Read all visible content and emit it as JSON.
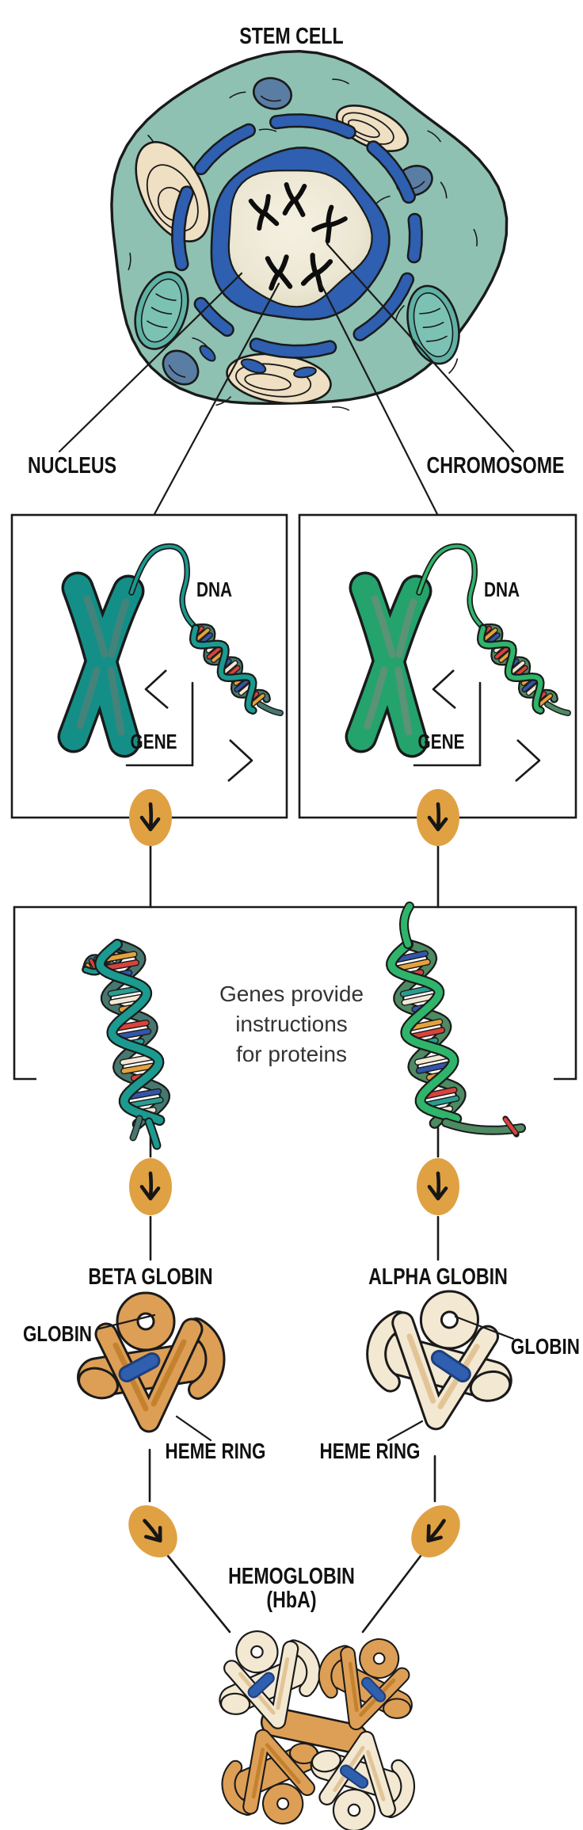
{
  "title": "STEM CELL",
  "cell": {
    "nucleus_label": "NUCLEUS",
    "chromosome_label": "CHROMOSOME"
  },
  "gene_boxes": {
    "left": {
      "dna_label": "DNA",
      "gene_label": "GENE"
    },
    "right": {
      "dna_label": "DNA",
      "gene_label": "GENE"
    }
  },
  "middle": {
    "caption": "Genes provide\ninstructions\nfor proteins"
  },
  "proteins": {
    "left_title": "BETA GLOBIN",
    "right_title": "ALPHA GLOBIN",
    "left_globin_label": "GLOBIN",
    "right_globin_label": "GLOBIN",
    "left_heme_label": "HEME RING",
    "right_heme_label": "HEME RING"
  },
  "result": {
    "title": "HEMOGLOBIN",
    "subtitle": "(HbA)"
  },
  "palette": {
    "ink": "#1a1a1a",
    "text_grey": "#333333",
    "cell_body": "#8ec1b2",
    "er_blue": "#2e5fb0",
    "nucleus_light": "#f5f1e2",
    "nucleus_mid": "#ece7d3",
    "nucleus_dark": "#d5d1b6",
    "organelle_cream": "#efdfc3",
    "organelle_grey": "#5a7da3",
    "mito_teal": "#5fb1a4",
    "mito_inner": "#7cc2b4",
    "chromosome_teal": "#148f88",
    "chromosome_teal_shade": "#44837a",
    "chromosome_green": "#25a36d",
    "chromosome_green_shade": "#5a9376",
    "helix_teal": "#1b9a90",
    "helix_teal_dark": "#47786f",
    "helix_green": "#2fb56b",
    "helix_green_dark": "#4e8a62",
    "rung_red": "#d8433c",
    "rung_orange": "#e3a23d",
    "rung_blue": "#3356a8",
    "rung_teal": "#2a9d8f",
    "rung_cream": "#f1e8d5",
    "arrow_orange": "#e0a143",
    "globin_orange": "#dd9f55",
    "globin_orange_shade": "#c4822f",
    "globin_cream": "#f3e8d1",
    "globin_cream_shade": "#e2c497",
    "heme_blue": "#2f5fae",
    "heme_blue_dark": "#1d3f7e"
  }
}
